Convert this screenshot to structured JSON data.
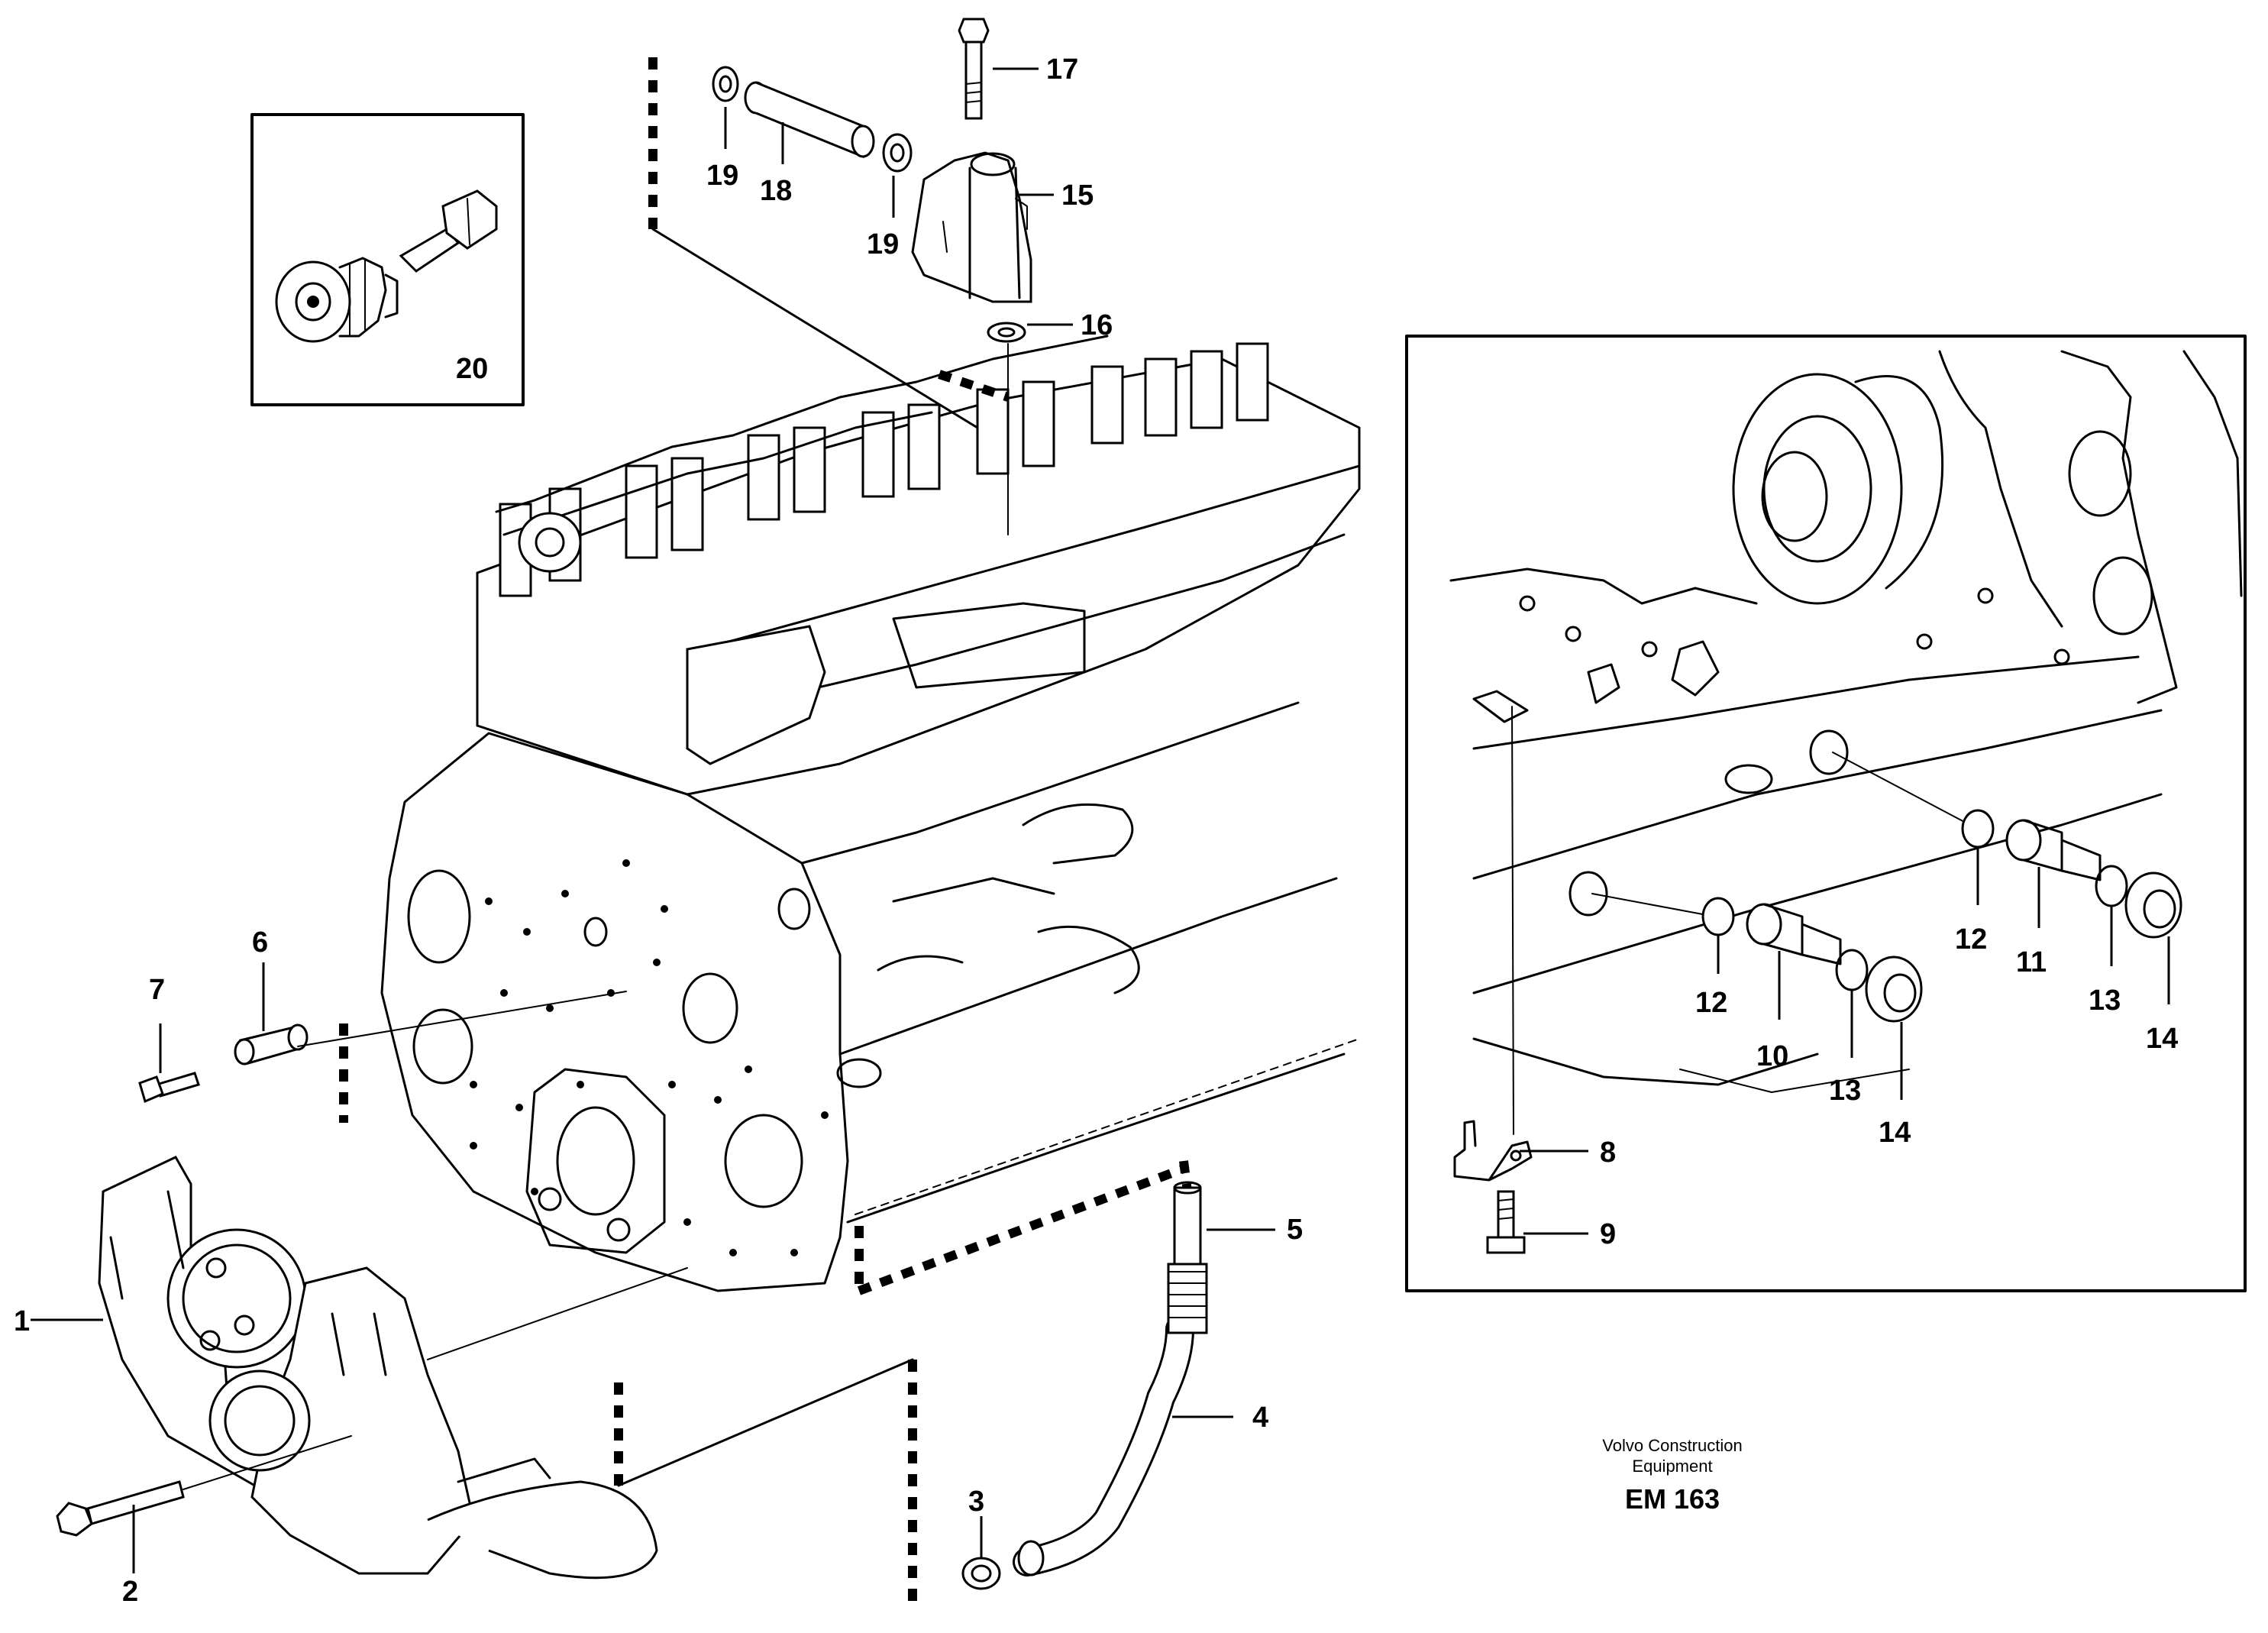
{
  "labels": {
    "p1": "1",
    "p2": "2",
    "p3": "3",
    "p4": "4",
    "p5": "5",
    "p6": "6",
    "p7": "7",
    "p8": "8",
    "p9": "9",
    "p10": "10",
    "p11": "11",
    "p12a": "12",
    "p12b": "12",
    "p13a": "13",
    "p13b": "13",
    "p14a": "14",
    "p14b": "14",
    "p15": "15",
    "p16": "16",
    "p17": "17",
    "p18": "18",
    "p19a": "19",
    "p19b": "19",
    "p20": "20"
  },
  "credit": {
    "line1": "Volvo Construction",
    "line2": "Equipment",
    "code": "EM 163"
  }
}
